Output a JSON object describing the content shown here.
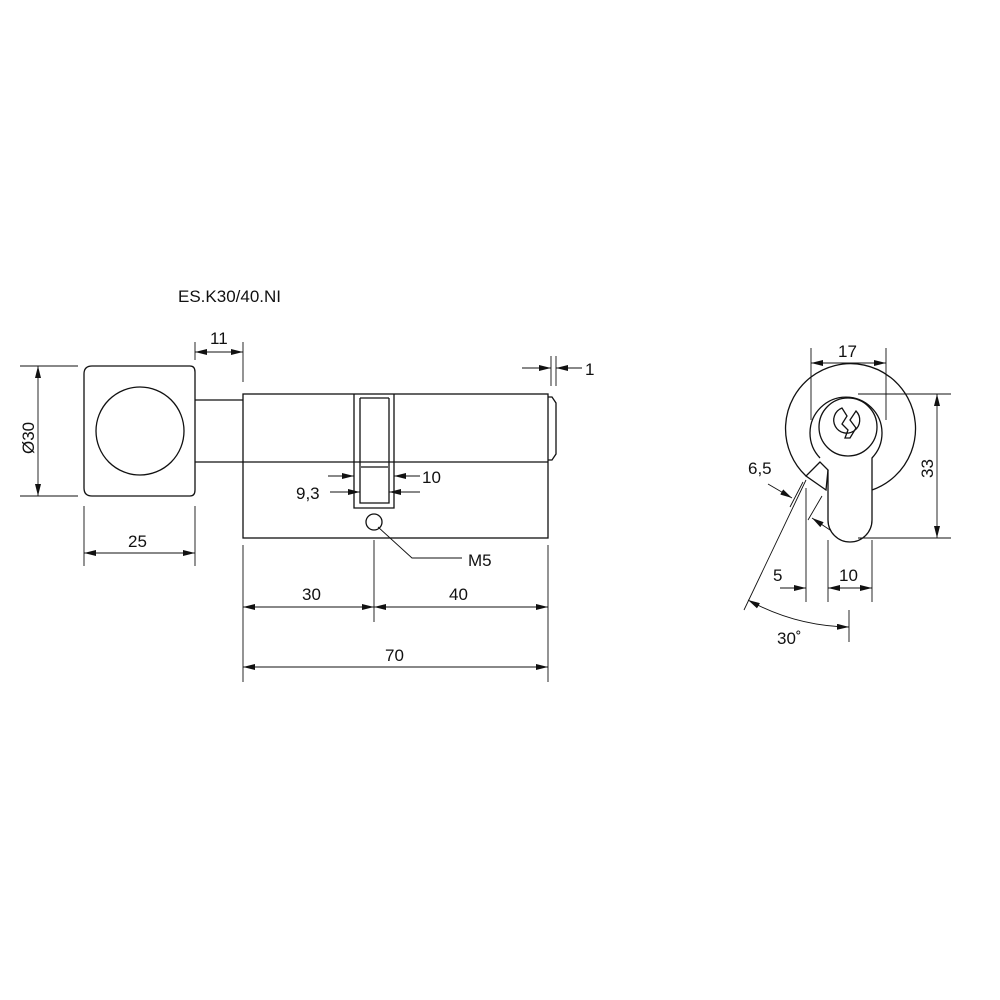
{
  "title": "ES.K30/40.NI",
  "side_view": {
    "knob_diameter": "Ø30",
    "knob_width": "25",
    "shaft_length": "11",
    "nub_offset": "1",
    "cam_inner": "9,3",
    "cam_outer": "10",
    "screw": "M5",
    "left_length": "30",
    "right_length": "40",
    "total_length": "70"
  },
  "front_view": {
    "width_top": "17",
    "height": "33",
    "cam_thickness": "6,5",
    "cam_offset": "5",
    "bottom_width": "10",
    "angle": "30˚"
  }
}
